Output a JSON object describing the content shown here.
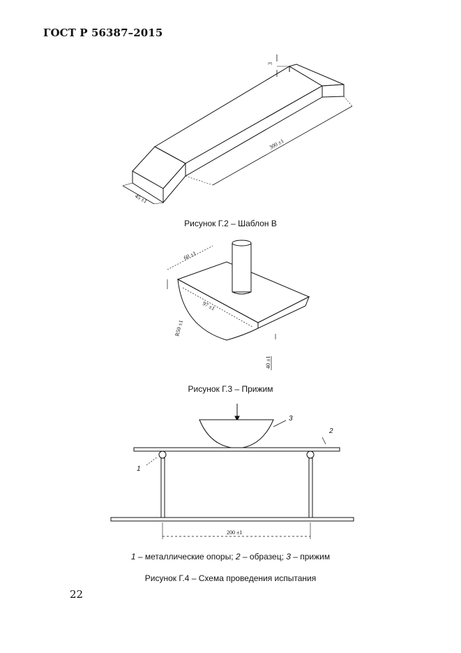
{
  "header": {
    "standard": "ГОСТ Р 56387–2015"
  },
  "figures": {
    "g2": {
      "caption": "Рисунок Г.2 – Шаблон В",
      "dim_length": "300 ±1",
      "dim_width": "45 ±1",
      "dim_height": "3"
    },
    "g3": {
      "caption": "Рисунок Г.3 – Прижим",
      "dim_top": "60 ±1",
      "dim_side": "97 ±1",
      "dim_radius": "R50 ±1",
      "dim_height": "40 ±1"
    },
    "g4": {
      "caption": "Рисунок Г.4 – Схема проведения испытания",
      "label_1": "1",
      "label_2": "2",
      "label_3": "3",
      "dim_span": "200 ±1",
      "legend": {
        "n1": "1",
        "t1": " – металлические опоры; ",
        "n2": "2",
        "t2": " – образец; ",
        "n3": "3",
        "t3": " – прижим"
      }
    }
  },
  "page_number": "22"
}
